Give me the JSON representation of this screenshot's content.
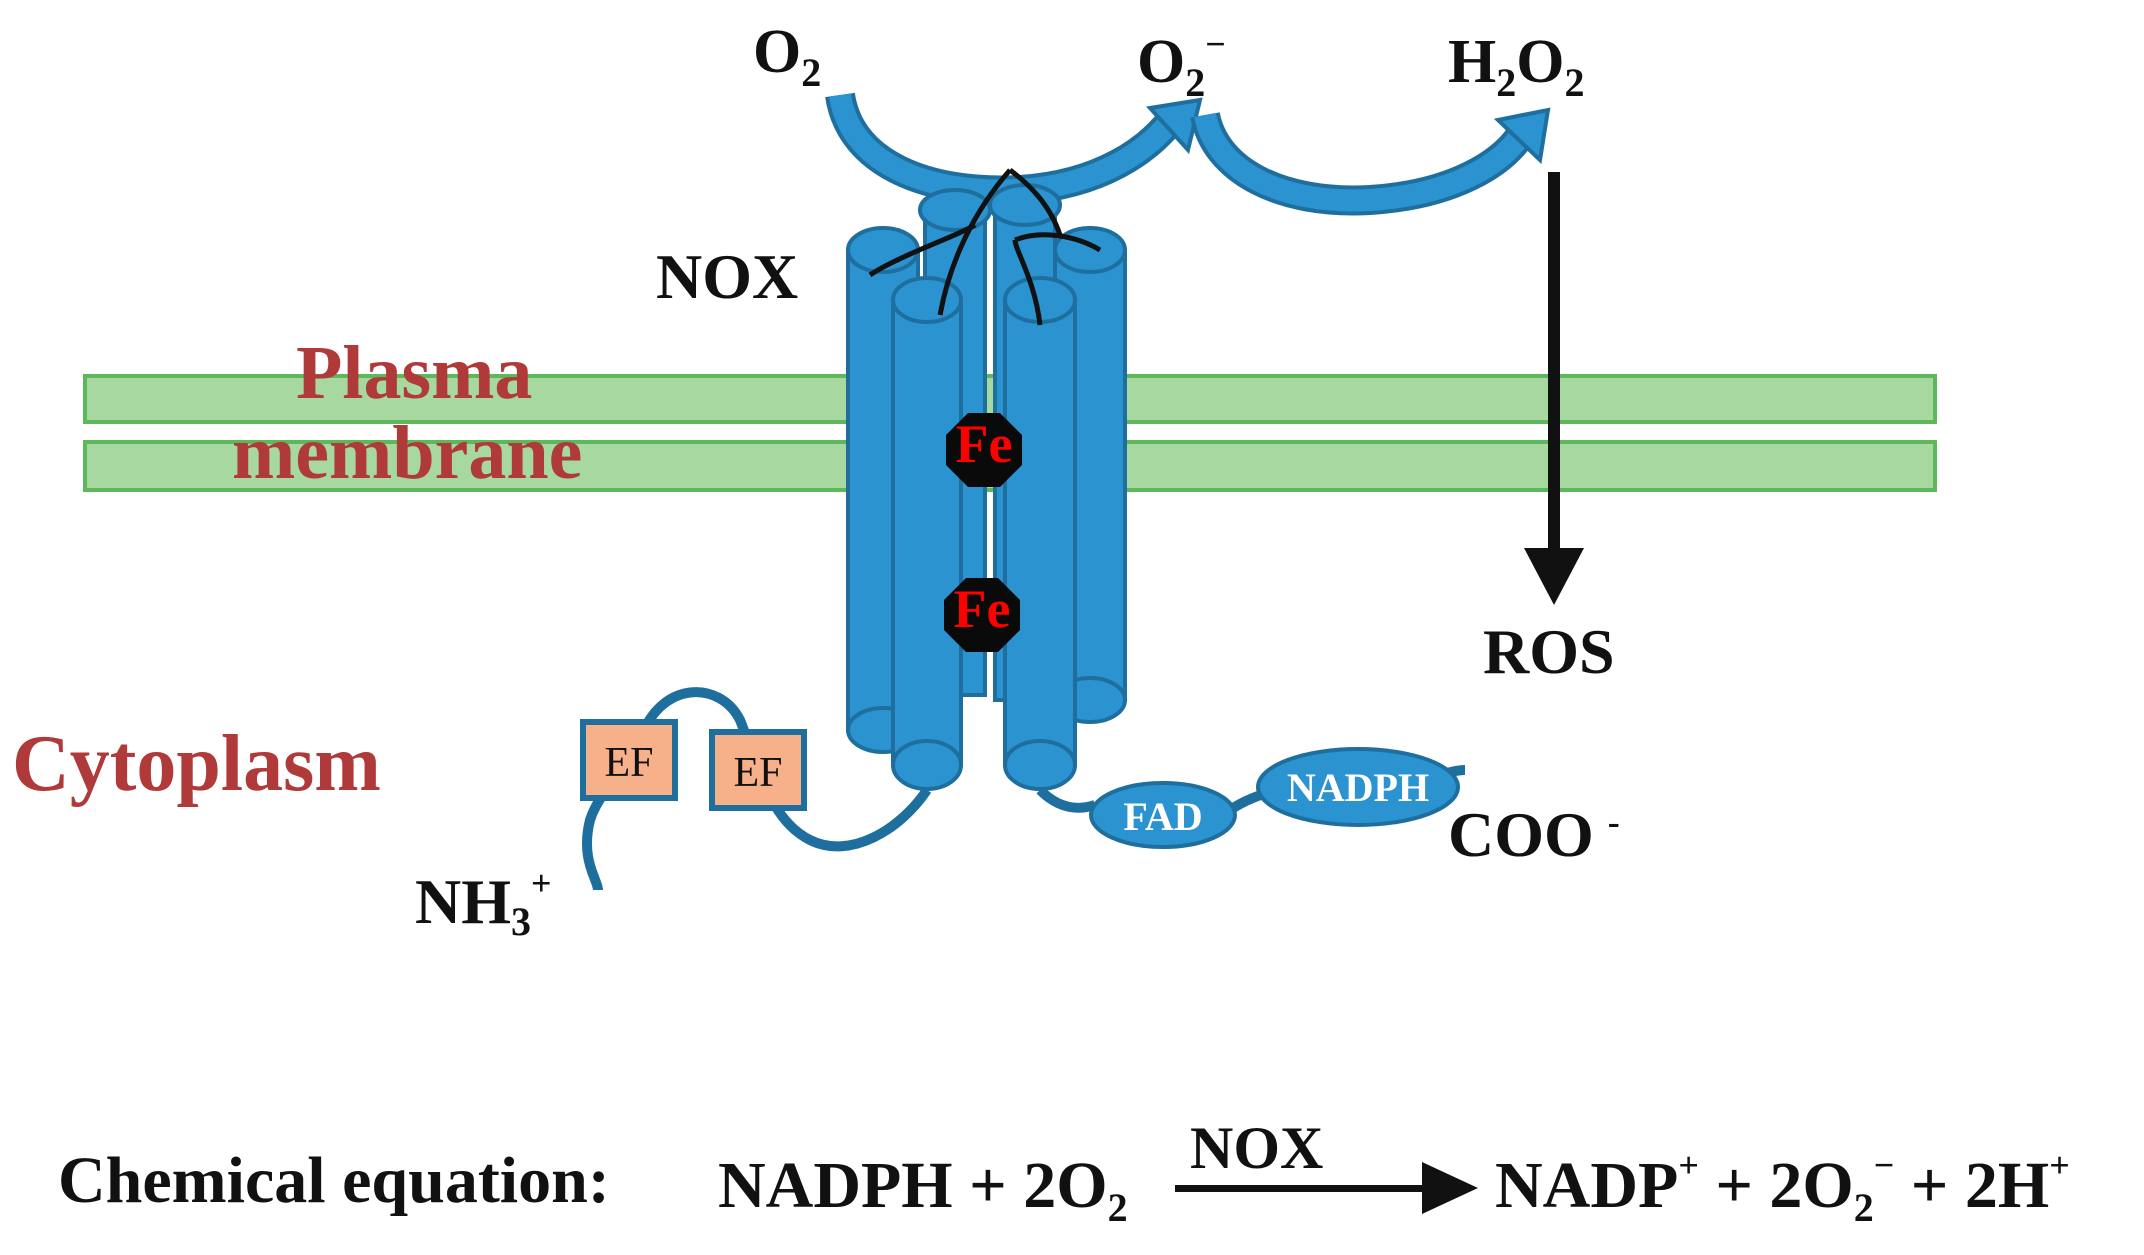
{
  "labels": {
    "o2": {
      "main": "O",
      "sub": "2"
    },
    "superoxide": {
      "main": "O",
      "sub": "2",
      "sup": "−"
    },
    "h2o2": {
      "a": "H",
      "sub1": "2",
      "b": "O",
      "sub2": "2"
    },
    "nox": "NOX",
    "plasma": "Plasma",
    "membrane": "membrane",
    "fe1": "Fe",
    "fe2": "Fe",
    "ros": "ROS",
    "cytoplasm": "Cytoplasm",
    "ef1": "EF",
    "ef2": "EF",
    "fad": "FAD",
    "nadph": "NADPH",
    "coo": {
      "main": "COO",
      "sup": "-"
    },
    "nh3": {
      "main": "NH",
      "sub": "3",
      "sup": "+"
    }
  },
  "equation": {
    "prefix": "Chemical equation:",
    "left": {
      "a": "NADPH + 2O",
      "sub": "2"
    },
    "catalyst": "NOX",
    "right": {
      "a": "NADP",
      "sup1": "+",
      "b": " + 2O",
      "sub": "2",
      "sup2": "−",
      "c": " + 2H",
      "sup3": "+"
    }
  },
  "colors": {
    "membrane_fill": "#a6d8a0",
    "membrane_stroke": "#5cb85a",
    "protein_fill": "#2a93d0",
    "protein_stroke": "#1e6f9e",
    "label_red": "#b0393a",
    "ef_fill": "#f6b08a",
    "iron_fill": "#0a0a0a",
    "iron_text": "#ff0000"
  }
}
